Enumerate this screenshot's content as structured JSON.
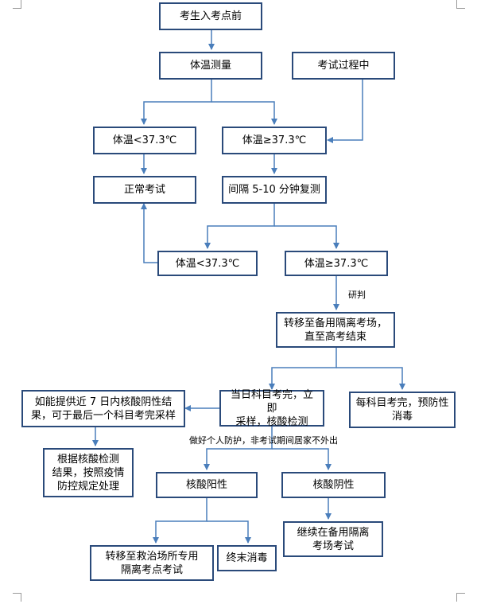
{
  "nodes": {
    "arrive": "考生入考点前",
    "temp_measure": "体温测量",
    "during_exam": "考试过程中",
    "temp_low_1": "体温<37.3℃",
    "temp_high_1": "体温≥37.3℃",
    "normal_exam": "正常考试",
    "recheck": "间隔 5-10 分钟复测",
    "temp_low_2": "体温<37.3℃",
    "temp_high_2": "体温≥37.3℃",
    "transfer_backup": "转移至备用隔离考场，\n直至高考结束",
    "nucleic_prev": "如能提供近 7 日内核酸阴性结\n果，可于最后一个科目考完采样",
    "after_exam_sample": "当日科目考完，立即\n采样，核酸检测",
    "disinfect_each": "每科目考完，预防性\n消毒",
    "handle_by_rules": "根据核酸检测\n结果，按照疫情\n防控规定处理",
    "positive": "核酸阳性",
    "negative": "核酸阴性",
    "transfer_hospital": "转移至救治场所专用\n隔离考点考试",
    "final_disinfect": "终末消毒",
    "continue_backup": "继续在备用隔离\n考场考试"
  },
  "labels": {
    "research": "研判",
    "protection_note": "做好个人防护，非考试期间居家不外出"
  }
}
